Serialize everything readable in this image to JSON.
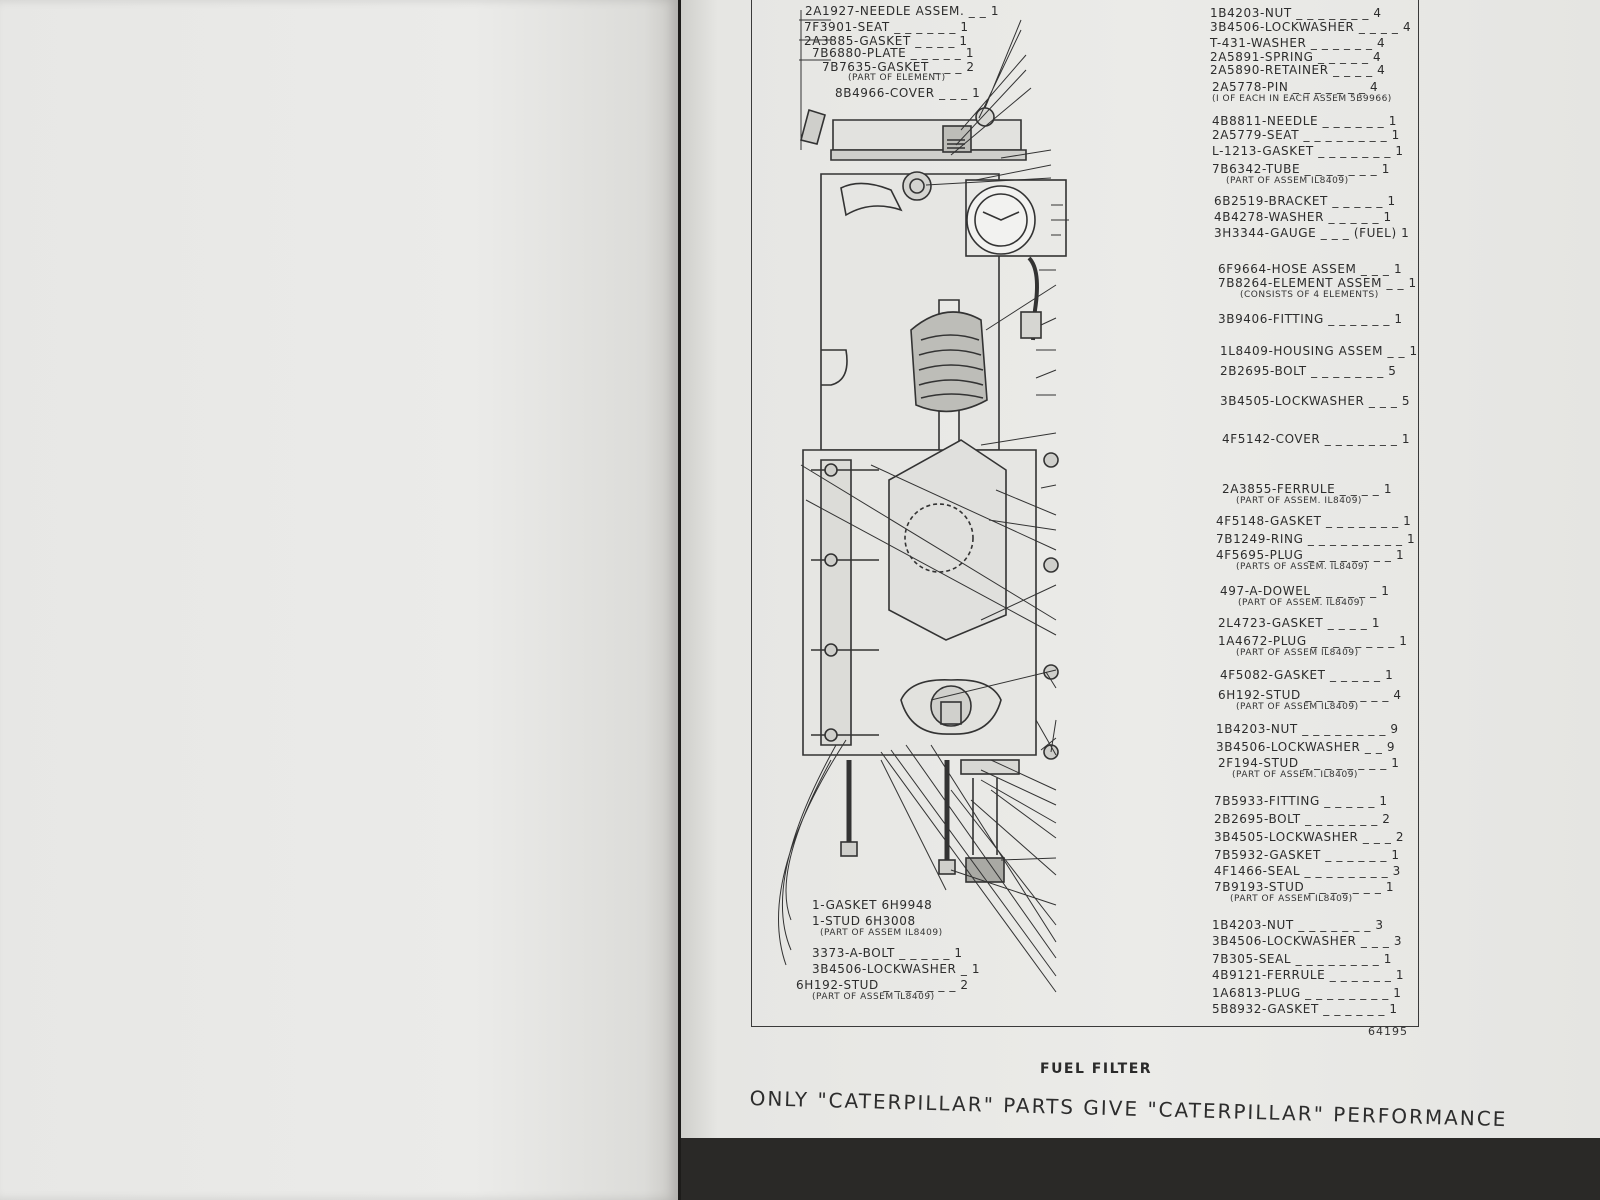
{
  "figure": {
    "caption": "FUEL FILTER",
    "number": "64195",
    "slogan": "ONLY \"CATERPILLAR\" PARTS GIVE \"CATERPILLAR\" PERFORMANCE"
  },
  "top_left_parts": [
    {
      "text": "2A1927-NEEDLE ASSEM.",
      "qty": "1"
    },
    {
      "text": "7F3901-SEAT",
      "qty": "1"
    },
    {
      "text": "2A3885-GASKET",
      "qty": "1"
    },
    {
      "text": "7B6880-PLATE",
      "qty": "1"
    },
    {
      "text": "7B7635-GASKET",
      "qty": "2",
      "note": "(PART OF ELEMENT)"
    },
    {
      "text": "8B4966-COVER",
      "qty": "1"
    }
  ],
  "right_parts": [
    {
      "text": "1B4203-NUT",
      "qty": "4"
    },
    {
      "text": "3B4506-LOCKWASHER",
      "qty": "4"
    },
    {
      "text": "T-431-WASHER",
      "qty": "4"
    },
    {
      "text": "2A5891-SPRING",
      "qty": "4"
    },
    {
      "text": "2A5890-RETAINER",
      "qty": "4"
    },
    {
      "text": "2A5778-PIN",
      "qty": "4",
      "note": "(I OF EACH IN EACH ASSEM 5B9966)"
    },
    {
      "text": "4B8811-NEEDLE",
      "qty": "1"
    },
    {
      "text": "2A5779-SEAT",
      "qty": "1"
    },
    {
      "text": "L-1213-GASKET",
      "qty": "1"
    },
    {
      "text": "7B6342-TUBE",
      "qty": "1",
      "note": "(PART OF ASSEM IL8409)"
    },
    {
      "text": "6B2519-BRACKET",
      "qty": "1"
    },
    {
      "text": "4B4278-WASHER",
      "qty": "1"
    },
    {
      "text": "3H3344-GAUGE",
      "qty": "(FUEL) 1"
    },
    {
      "text": "6F9664-HOSE ASSEM",
      "qty": "1"
    },
    {
      "text": "7B8264-ELEMENT ASSEM",
      "qty": "1",
      "note": "(CONSISTS OF 4 ELEMENTS)"
    },
    {
      "text": "3B9406-FITTING",
      "qty": "1"
    },
    {
      "text": "1L8409-HOUSING ASSEM",
      "qty": "1"
    },
    {
      "text": "2B2695-BOLT",
      "qty": "5"
    },
    {
      "text": "3B4505-LOCKWASHER",
      "qty": "5"
    },
    {
      "text": "4F5142-COVER",
      "qty": "1"
    },
    {
      "text": "2A3855-FERRULE",
      "qty": "1",
      "note": "(PART OF ASSEM. IL8409)"
    },
    {
      "text": "4F5148-GASKET",
      "qty": "1"
    },
    {
      "text": "7B1249-RING",
      "qty": "1"
    },
    {
      "text": "4F5695-PLUG",
      "qty": "1",
      "note": "(PARTS OF ASSEM. IL8409)"
    },
    {
      "text": "497-A-DOWEL",
      "qty": "1",
      "note": "(PART OF ASSEM. IL8409)"
    },
    {
      "text": "2L4723-GASKET",
      "qty": "1"
    },
    {
      "text": "1A4672-PLUG",
      "qty": "1",
      "note": "(PART OF ASSEM IL8409)"
    },
    {
      "text": "4F5082-GASKET",
      "qty": "1"
    },
    {
      "text": "6H192-STUD",
      "qty": "4",
      "note": "(PART OF ASSEM IL8409)"
    },
    {
      "text": "1B4203-NUT",
      "qty": "9"
    },
    {
      "text": "3B4506-LOCKWASHER",
      "qty": "9"
    },
    {
      "text": "2F194-STUD",
      "qty": "1",
      "note": "(PART OF ASSEM. IL8409)"
    },
    {
      "text": "7B5933-FITTING",
      "qty": "1"
    },
    {
      "text": "2B2695-BOLT",
      "qty": "2"
    },
    {
      "text": "3B4505-LOCKWASHER",
      "qty": "2"
    },
    {
      "text": "7B5932-GASKET",
      "qty": "1"
    },
    {
      "text": "4F1466-SEAL",
      "qty": "3"
    },
    {
      "text": "7B9193-STUD",
      "qty": "1",
      "note": "(PART OF ASSEM IL8409)"
    },
    {
      "text": "1B4203-NUT",
      "qty": "3"
    },
    {
      "text": "3B4506-LOCKWASHER",
      "qty": "3"
    },
    {
      "text": "7B305-SEAL",
      "qty": "1"
    },
    {
      "text": "4B9121-FERRULE",
      "qty": "1"
    },
    {
      "text": "1A6813-PLUG",
      "qty": "1"
    },
    {
      "text": "5B8932-GASKET",
      "qty": "1"
    }
  ],
  "bottom_left_parts": [
    {
      "text": "1-GASKET 6H9948",
      "qty": ""
    },
    {
      "text": "1-STUD 6H3008",
      "qty": "",
      "note": "(PART OF ASSEM IL8409)"
    },
    {
      "text": "3373-A-BOLT",
      "qty": "1"
    },
    {
      "text": "3B4506-LOCKWASHER",
      "qty": "1"
    },
    {
      "text": "6H192-STUD",
      "qty": "2",
      "note": "(PART OF ASSEM IL8409)"
    }
  ]
}
